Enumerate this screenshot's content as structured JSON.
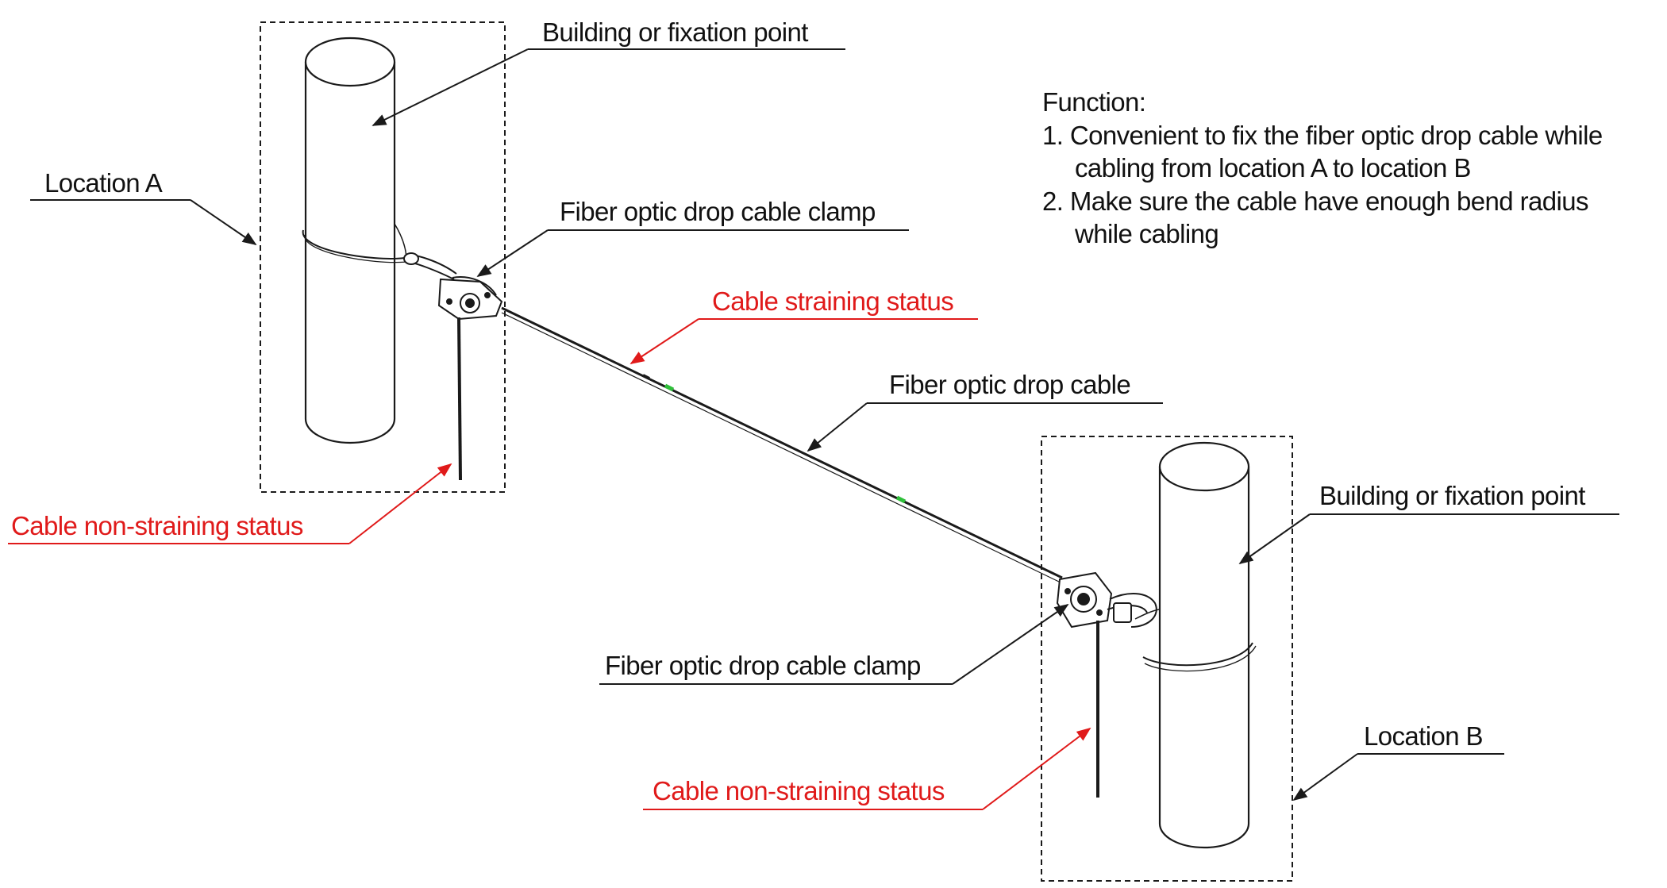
{
  "colors": {
    "line": "#1a1a1a",
    "text": "#111111",
    "accent_red": "#e01a1a",
    "cable_marker": "#2fbf3a"
  },
  "labels": {
    "building_top": "Building or fixation point",
    "location_a": "Location A",
    "clamp_top": "Fiber optic drop cable clamp",
    "straining": "Cable straining status",
    "drop_cable": "Fiber optic drop cable",
    "non_straining_left": "Cable non-straining status",
    "building_bottom": "Building or fixation point",
    "clamp_bottom": "Fiber optic drop cable clamp",
    "location_b": "Location B",
    "non_straining_right": "Cable non-straining status"
  },
  "function": {
    "heading": "Function:",
    "item1_line1": "1. Convenient to fix the fiber optic drop cable while",
    "item1_line2": "cabling from location A to location B",
    "item2_line1": "2. Make sure the cable have enough bend radius",
    "item2_line2": "while cabling"
  }
}
